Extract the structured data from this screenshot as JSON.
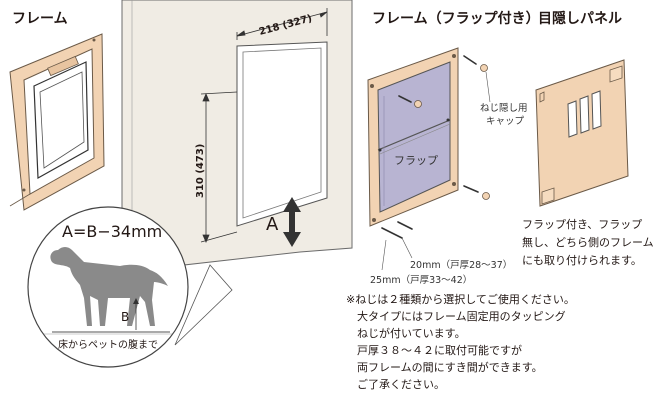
{
  "titles": {
    "frame": "フレーム",
    "frame_with_flap": "フレーム（フラップ付き）",
    "cover_panel": "目隠しパネル"
  },
  "dimensions": {
    "width": "218 (327)",
    "height": "310 (473)"
  },
  "labels": {
    "a": "A",
    "b": "B",
    "formula": "A=B−34mm",
    "belly": "床からペットの腹まで",
    "flap": "フラップ",
    "screw_cap_line1": "ねじ隠し用",
    "screw_cap_line2": "キャップ",
    "screw_20": "20mm（戸厚28〜37）",
    "screw_25": "25mm（戸厚33〜42）"
  },
  "panel_note": [
    "フラップ付き、フラップ",
    "無し、どちら側のフレーム",
    "にも取り付けられます。"
  ],
  "screw_note": [
    "※ねじは２種類から選択してご使用ください。",
    "　大タイプにはフレーム固定用のタッピング",
    "　ねじが付いています。",
    "　戸厚３８〜４２に取付可能ですが",
    "　両フレームの間にすき間ができます。",
    "　ご了承ください。"
  ],
  "colors": {
    "frame_fill": "#f2d3b3",
    "door_fill": "#f0ece4",
    "flap_fill": "#b8b4d2",
    "dog_fill": "#8a8a8a"
  }
}
